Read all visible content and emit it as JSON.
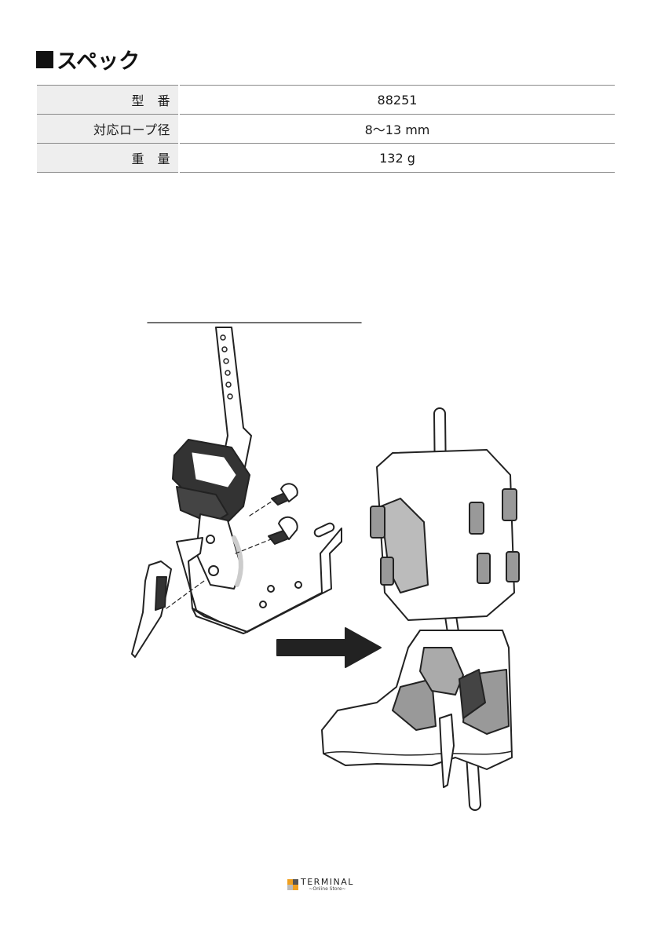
{
  "heading": "スペック",
  "specs": [
    {
      "key": "型　番",
      "value": "88251"
    },
    {
      "key": "対応ロープ径",
      "value": "8～13 mm"
    },
    {
      "key": "重　量",
      "value": "132 g"
    }
  ],
  "footer": {
    "brand": "TERMINAL",
    "sub": "~Online Store~"
  },
  "colors": {
    "logo_orange": "#f0a020",
    "logo_dark": "#555555",
    "logo_light": "#bbbbbb",
    "table_header_bg": "#eeeeee"
  }
}
